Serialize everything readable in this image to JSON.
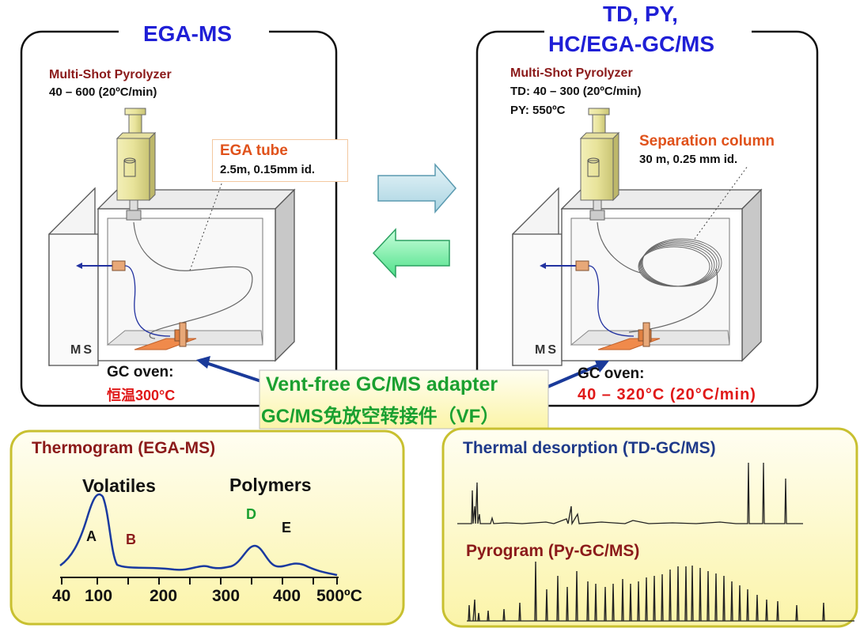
{
  "left_panel": {
    "title": "EGA-MS",
    "pyrolyzer_name": "Multi-Shot Pyrolyzer",
    "pyrolyzer_temp": "40 – 600 (20ºC/min)",
    "tube_label": "EGA tube",
    "tube_spec": "2.5m, 0.15mm id.",
    "ms_label": "MS",
    "oven_label": "GC oven:",
    "oven_temp": "恒温300°C"
  },
  "right_panel": {
    "title_line1": "TD, PY,",
    "title_line2": "HC/EGA-GC/MS",
    "pyrolyzer_name": "Multi-Shot Pyrolyzer",
    "td_temp": "TD: 40 – 300 (20ºC/min)",
    "py_temp": "PY: 550ºC",
    "column_label": "Separation column",
    "column_spec": "30 m, 0.25 mm id.",
    "ms_label": "MS",
    "oven_label": "GC oven:",
    "oven_temp": "40 – 320°C (20°C/min)"
  },
  "adapter": {
    "line1": "Vent-free GC/MS adapter",
    "line2": "GC/MS免放空转接件（VF）"
  },
  "thermogram": {
    "title": "Thermogram (EGA-MS)",
    "volatiles": "Volatiles",
    "polymers": "Polymers",
    "peaks": [
      "A",
      "B",
      "D",
      "E"
    ],
    "peak_colors": [
      "#111111",
      "#8b1a1a",
      "#1aa030",
      "#111111"
    ],
    "axis_ticks": [
      "40",
      "100",
      "200",
      "300",
      "400",
      "500ºC"
    ]
  },
  "chromatograms": {
    "td_title": "Thermal desorption (TD-GC/MS)",
    "py_title": "Pyrogram (Py-GC/MS)"
  },
  "colors": {
    "title_blue": "#1f1fd6",
    "adapter_green": "#1aa030",
    "panel_yellow": "#fffbe0",
    "panel_border": "#c8c030"
  }
}
